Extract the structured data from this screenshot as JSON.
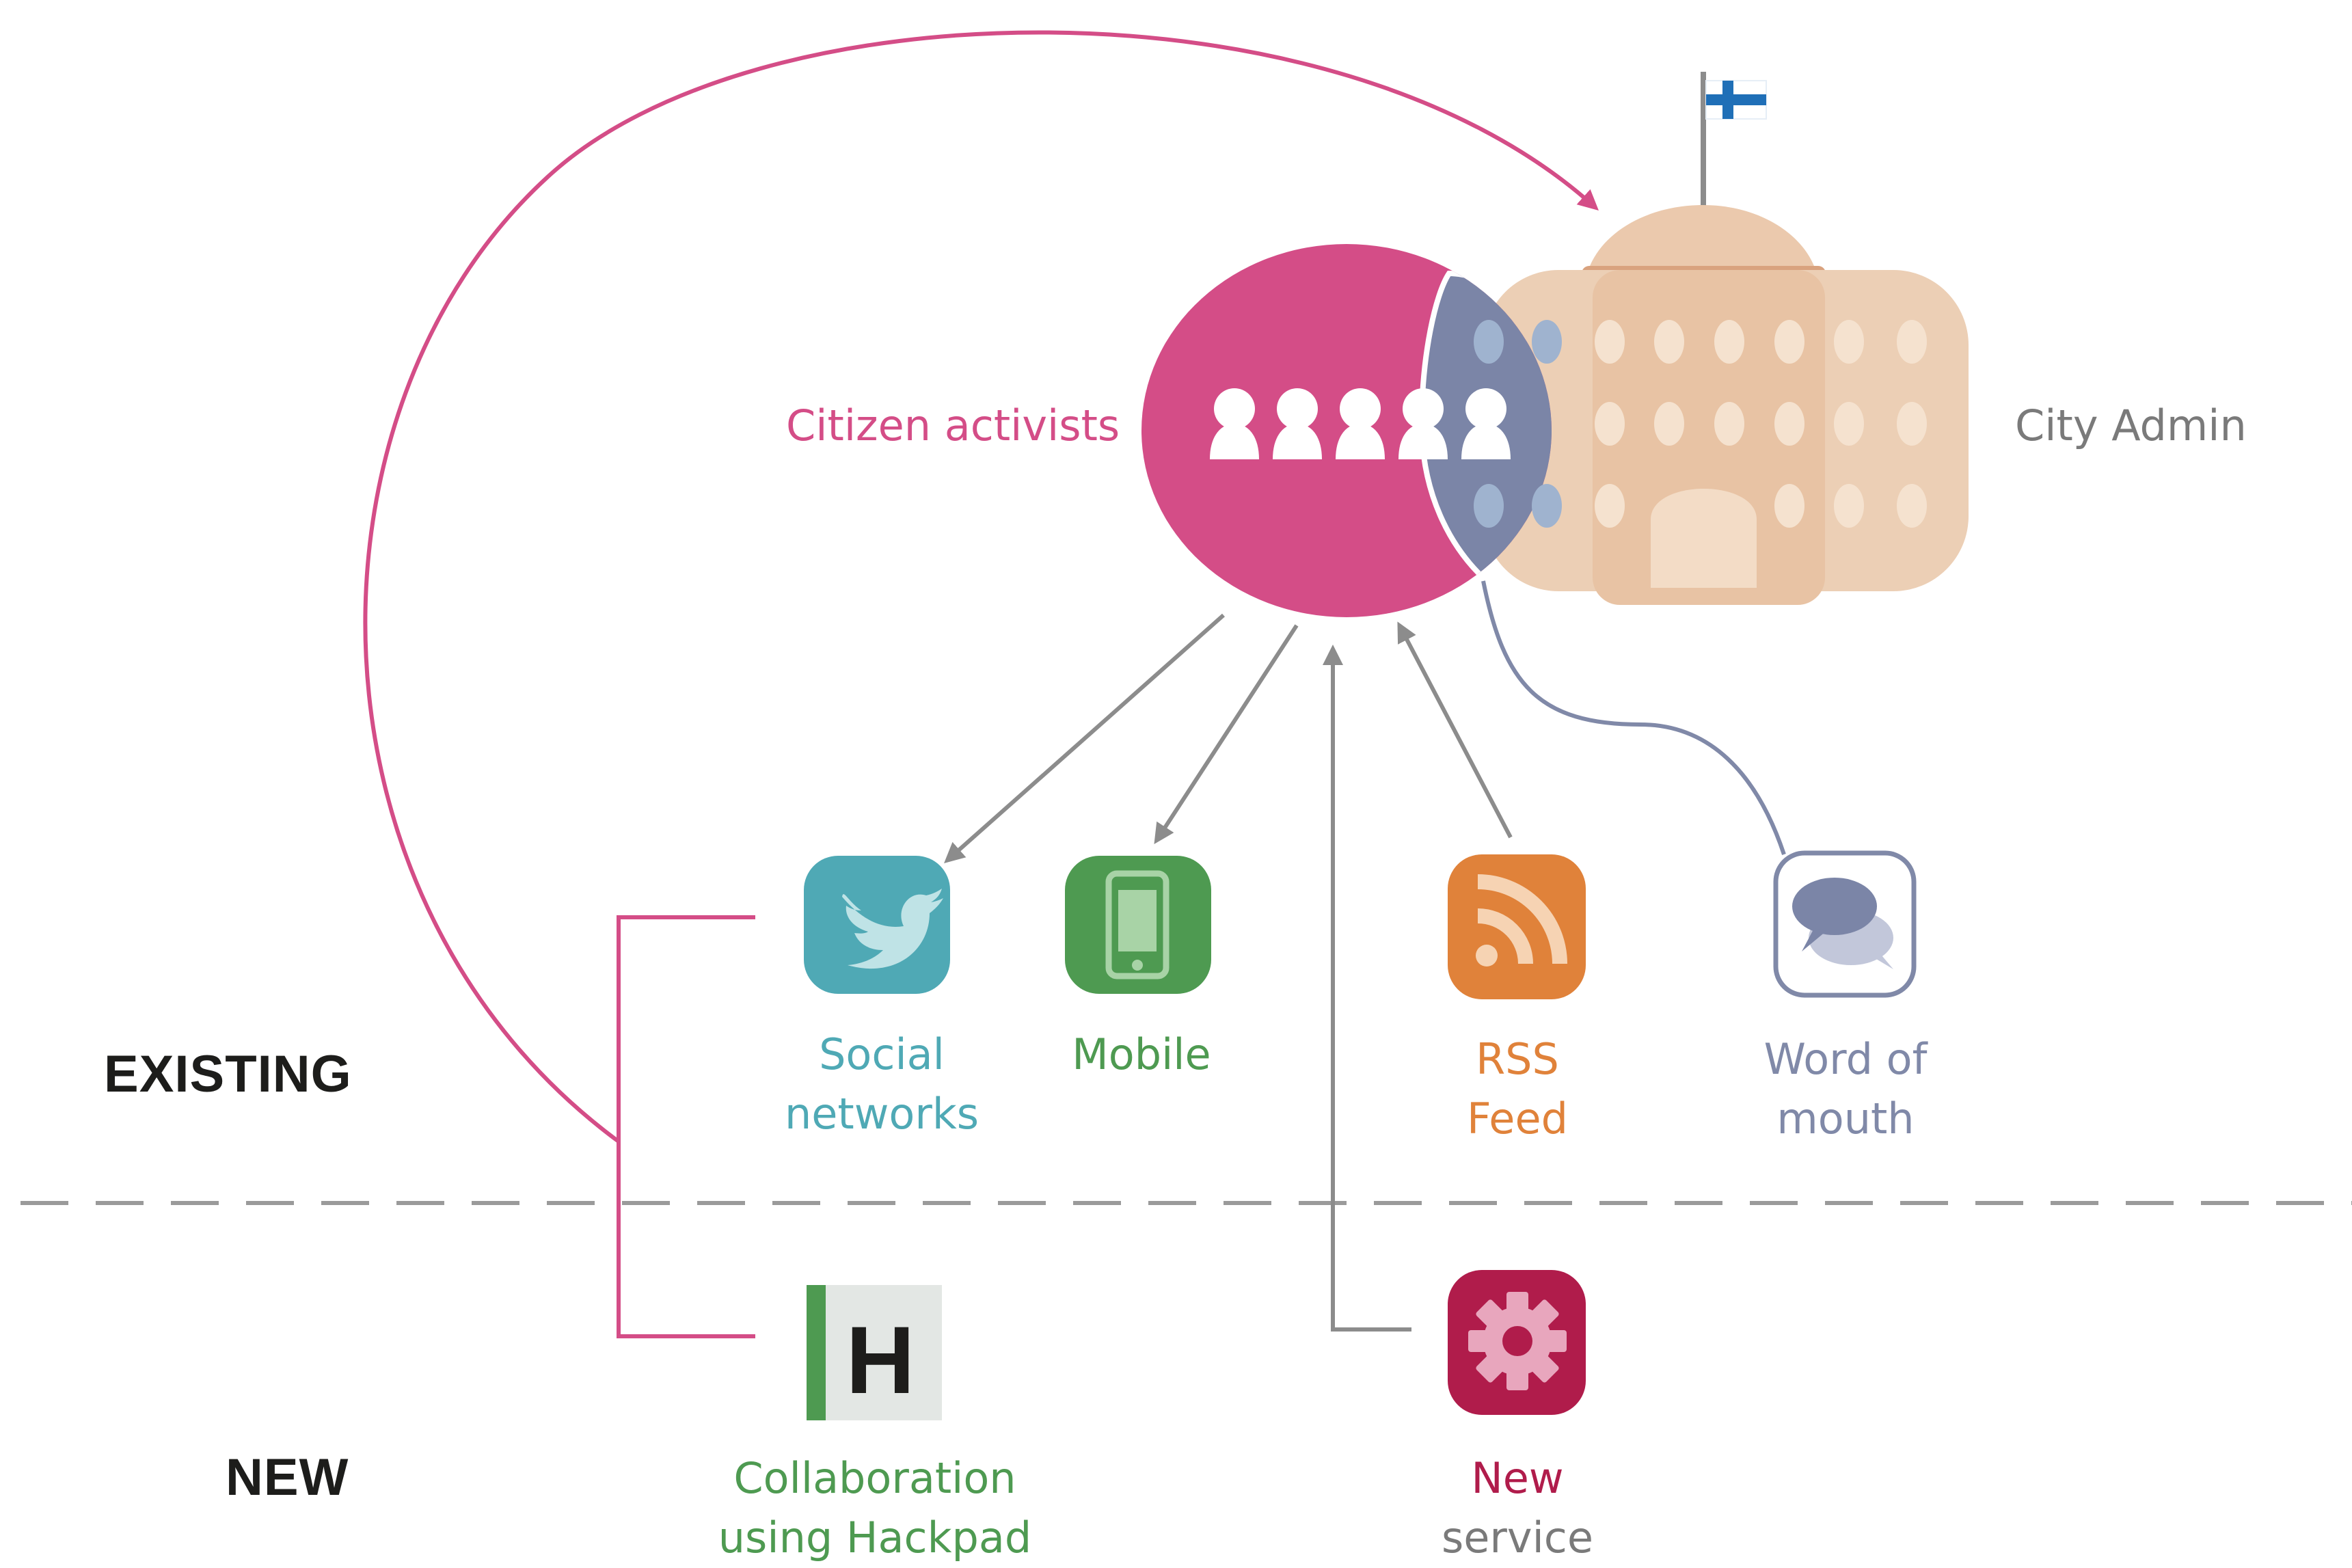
{
  "sections": {
    "existing": "EXISTING",
    "new": "NEW"
  },
  "actors": {
    "citizen": {
      "label": "Citizen activists",
      "color": "#d44d87"
    },
    "city": {
      "label": "City Admin",
      "color": "#7a7a7a"
    }
  },
  "channels": [
    {
      "id": "social",
      "lines": [
        "Social",
        "networks"
      ],
      "icon": "twitter-bird-icon",
      "color": "#4fa9b5"
    },
    {
      "id": "mobile",
      "lines": [
        "Mobile"
      ],
      "icon": "mobile-phone-icon",
      "color": "#4e9a51"
    },
    {
      "id": "rss",
      "lines": [
        "RSS",
        "Feed"
      ],
      "icon": "rss-icon",
      "color": "#e0823a"
    },
    {
      "id": "word",
      "lines": [
        "Word of",
        "mouth"
      ],
      "icon": "speech-bubbles-icon",
      "color": "#8089a8"
    },
    {
      "id": "hackpad",
      "lines": [
        "Collaboration",
        "using Hackpad"
      ],
      "icon": "hackpad-icon",
      "color": "#4e9a51"
    },
    {
      "id": "service",
      "lines": [
        "New",
        "service"
      ],
      "icon": "gear-icon",
      "color": "#b01c4b"
    }
  ],
  "icons": {
    "hackpad_letter": "H",
    "city_building": "city-hall-icon",
    "flag": "finnish-flag-icon",
    "people": "people-icon"
  }
}
